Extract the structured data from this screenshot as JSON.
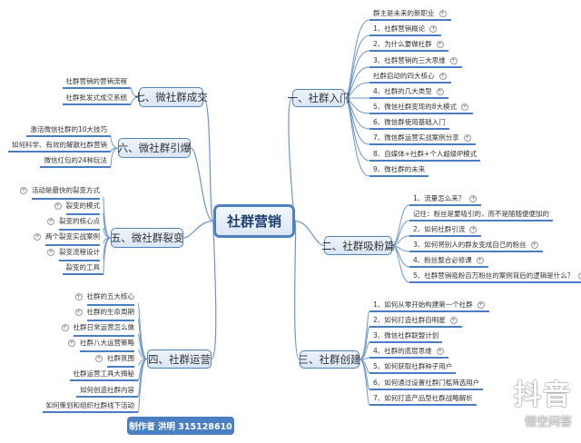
{
  "center": "社群营销",
  "branches": [
    {
      "id": "b1",
      "label": "一、社群入门",
      "side": "right",
      "leaves": [
        {
          "text": "群主是未来的新职业",
          "expandable": true
        },
        {
          "text": "1、社群营销概论",
          "expandable": true
        },
        {
          "text": "2、为什么要做社群",
          "expandable": true
        },
        {
          "text": "3、社群营销的三大思维",
          "expandable": true
        },
        {
          "text": "社群启动的四大核心",
          "expandable": true
        },
        {
          "text": "4、社群的几大类型",
          "expandable": true
        },
        {
          "text": "5、微信社群变现的8大模式",
          "expandable": true
        },
        {
          "text": "6、微信群使用基础入门",
          "expandable": false
        },
        {
          "text": "7、微信群运营实战案例分享",
          "expandable": true
        },
        {
          "text": "8、自媒体+社群+个人超级IP模式",
          "expandable": false
        },
        {
          "text": "9、微社群的未来",
          "expandable": false
        }
      ]
    },
    {
      "id": "b2",
      "label": "二、社群吸粉篇",
      "side": "right",
      "leaves": [
        {
          "text": "1、流量怎么来？",
          "expandable": true
        },
        {
          "text": "记住：粉丝是要吸引的，而不是随随便便加的",
          "expandable": false
        },
        {
          "text": "2、如何社群引流",
          "expandable": true
        },
        {
          "text": "3、如何将别人的群友变成自己的粉丝",
          "expandable": true
        },
        {
          "text": "4、粉丝整合必修课",
          "expandable": true
        },
        {
          "text": "5、社群营销吸粉百万粉丝的案例背后的逻辑是什么？",
          "expandable": true
        }
      ]
    },
    {
      "id": "b3",
      "label": "三、社群创建",
      "side": "right",
      "leaves": [
        {
          "text": "1、如何从零开始构建第一个社群",
          "expandable": true
        },
        {
          "text": "2、如何打造社群自明星",
          "expandable": true
        },
        {
          "text": "3、微信社群联盟计划",
          "expandable": false
        },
        {
          "text": "4、社群的底层思维",
          "expandable": true
        },
        {
          "text": "5、如何获取社群种子用户",
          "expandable": false
        },
        {
          "text": "6、如何通过设置社群门槛筛选用户",
          "expandable": false
        },
        {
          "text": "7、如何打造产品型社群战略解析",
          "expandable": false
        }
      ]
    },
    {
      "id": "b7",
      "label": "七、微社群成交",
      "side": "left",
      "leaves": [
        {
          "text": "社群营销的营销流程",
          "expandable": false
        },
        {
          "text": "社群批发式成交系统",
          "expandable": false
        }
      ]
    },
    {
      "id": "b6",
      "label": "六、微社群引爆",
      "side": "left",
      "leaves": [
        {
          "text": "激活微信社群的10大技巧",
          "expandable": false
        },
        {
          "text": "如何科学、有效的解散社群营销",
          "expandable": false
        },
        {
          "text": "微信红包的24种玩法",
          "expandable": false
        }
      ]
    },
    {
      "id": "b5",
      "label": "五、微社群裂变",
      "side": "left",
      "leaves": [
        {
          "text": "活动是最快的裂变方式",
          "expandable": true
        },
        {
          "text": "裂变的模式",
          "expandable": true
        },
        {
          "text": "裂变的核心点",
          "expandable": true
        },
        {
          "text": "两个裂变实战案例",
          "expandable": true
        },
        {
          "text": "裂变流程设计",
          "expandable": true
        },
        {
          "text": "裂变的工具",
          "expandable": false
        }
      ]
    },
    {
      "id": "b4",
      "label": "四、社群运营",
      "side": "left",
      "leaves": [
        {
          "text": "社群的五大核心",
          "expandable": true
        },
        {
          "text": "社群的生命周期",
          "expandable": true
        },
        {
          "text": "社群日常运营怎么做",
          "expandable": true
        },
        {
          "text": "社群八大运营策略",
          "expandable": true
        },
        {
          "text": "社群氛围",
          "expandable": true
        },
        {
          "text": "社群运营工具大揭秘",
          "expandable": false
        },
        {
          "text": "如何创造社群内容",
          "expandable": false
        },
        {
          "text": "如何策划和组织社群线下活动",
          "expandable": false
        }
      ]
    }
  ],
  "footer": "制作者  洪明  315128610",
  "watermark": {
    "logo": "抖音",
    "sub": "悟空问答"
  },
  "colors": {
    "line": "#4a7ec4",
    "footer": "#4a7fc1"
  }
}
